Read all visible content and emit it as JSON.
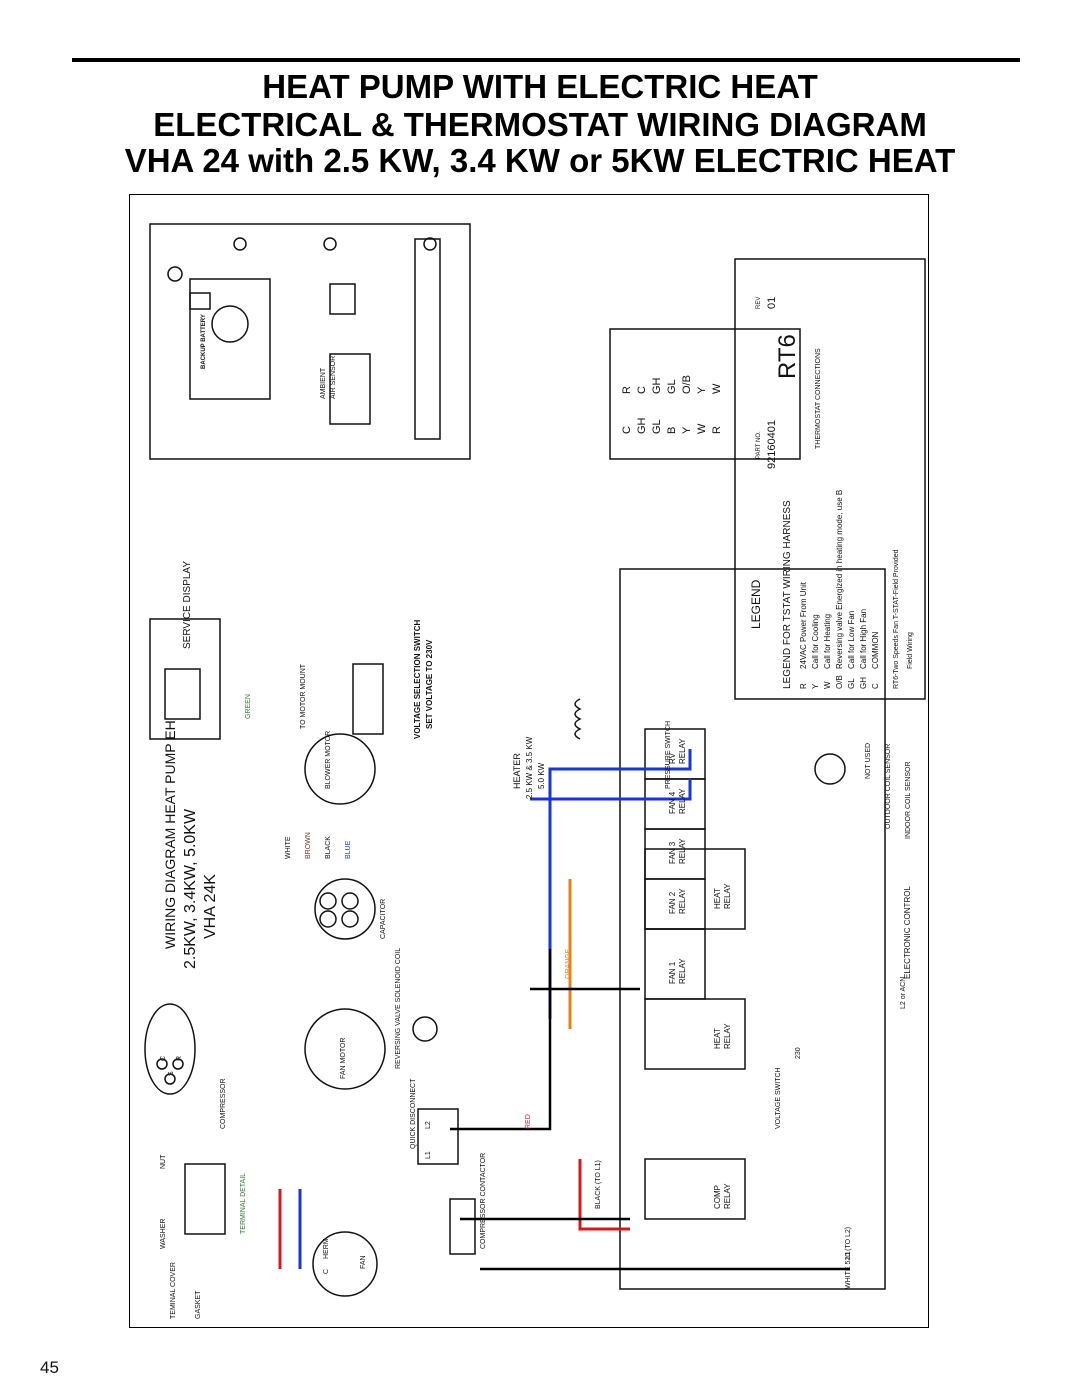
{
  "page": {
    "title_line1": "HEAT PUMP WITH ELECTRIC HEAT",
    "title_line2": "ELECTRICAL & THERMOSTAT WIRING DIAGRAM",
    "title_line3": "VHA 24 with 2.5 KW, 3.4 KW or 5KW ELECTRIC HEAT",
    "page_number": "45"
  },
  "diagram": {
    "heading_1": "WIRING DIAGRAM HEAT PUMP EH",
    "heading_2": "2.5KW, 3.4KW, 5.0KW",
    "heading_3": "VHA 24K",
    "service_display": "SERVICE DISPLAY",
    "backup_battery": "BACKUP BATTERY",
    "ambient_air_sensor_1": "AMBIENT",
    "ambient_air_sensor_2": "AIR SENSOR",
    "voltage_switch_title": "VOLTAGE SELECTION SWITCH",
    "voltage_switch_sub": "SET VOLTAGE TO 230V",
    "to_motor_mount": "TO MOTOR MOUNT",
    "blower_motor": "BLOWER MOTOR",
    "fan_motor": "FAN MOTOR",
    "capacitor": "CAPACITOR",
    "reversing_valve": "REVERSING VALVE SOLENOID COIL",
    "quick_disconnect": "QUICK DISCONNECT",
    "compressor_contactor": "COMPRESSOR CONTACTOR",
    "compressor": "COMPRESSOR",
    "terminal_detail": "TERMINAL DETAIL",
    "nut": "NUT",
    "washer": "WASHER",
    "terminal_cover": "TEMINAL COVER",
    "gasket": "GASKET",
    "heater": "HEATER",
    "heater_kw_1": "2.5 KW & 3.5 KW",
    "heater_kw_2": "5.0 KW",
    "pressure_switch": "PRESSURE SWITCH",
    "not_used": "NOT USED",
    "outdoor_coil_sensor": "OUTDOOR COIL SENSOR",
    "indoor_coil_sensor": "INDOOR COIL SENSOR",
    "electronic_control": "ELECTRONIC CONTROL",
    "l2_or_acn": "L2 or ACN",
    "l1": "L1",
    "voltage_switch": "VOLTAGE SWITCH",
    "v230": "230",
    "relays": {
      "rv": [
        "RV",
        "RELAY"
      ],
      "fan4": [
        "FAN 4",
        "RELAY"
      ],
      "fan3": [
        "FAN 3",
        "RELAY"
      ],
      "fan2": [
        "FAN 2",
        "RELAY"
      ],
      "fan1": [
        "FAN 1",
        "RELAY"
      ],
      "heat1": [
        "HEAT",
        "RELAY"
      ],
      "heat2": [
        "HEAT",
        "RELAY"
      ],
      "comp": [
        "COMP",
        "RELAY"
      ]
    },
    "wires": {
      "green": "GREEN",
      "white": "WHITE",
      "brown": "BROWN",
      "black": "BLACK",
      "blue": "BLUE",
      "red": "RED",
      "orange": "ORANGE",
      "black_to_l1": "BLACK (TO L1)",
      "white_to_l2": "WHITE 520 (TO L2)"
    },
    "cap_c": "C",
    "cap_herm": "HERM",
    "cap_fan": "FAN",
    "comp_c": "C",
    "comp_s": "S",
    "comp_r": "R",
    "qd_l1": "L1",
    "qd_l2": "L2",
    "tstat_top": [
      "C",
      "GH",
      "GL",
      "B",
      "Y",
      "W",
      "R"
    ],
    "tstat_bottom": [
      "R",
      "C",
      "GH",
      "GL",
      "O/B",
      "Y",
      "W"
    ],
    "rt6": "RT6",
    "thermostat_connections": "THERMOSTAT CONNECTIONS",
    "legend": {
      "title": "LEGEND",
      "part_no_label": "PART NO.",
      "part_no": "92160401",
      "rev_label": "REV",
      "rev": "01",
      "subtitle": "LEGEND FOR TSTAT WIRING HARNESS",
      "rows": [
        {
          "code": "R",
          "desc": "24VAC Power From Unit"
        },
        {
          "code": "Y",
          "desc": "Call for Cooling"
        },
        {
          "code": "W",
          "desc": "Call for Heating"
        },
        {
          "code": "O/B",
          "desc": "Reversing valve Energized in heating mode, use B"
        },
        {
          "code": "GL",
          "desc": "Call for Low Fan"
        },
        {
          "code": "GH",
          "desc": "Call for High Fan"
        },
        {
          "code": "C",
          "desc": "COMMON"
        }
      ],
      "note": "RT6-Two Speeds Fan T-STAT-Field Provided",
      "field_wiring": "Field Wiring"
    }
  }
}
